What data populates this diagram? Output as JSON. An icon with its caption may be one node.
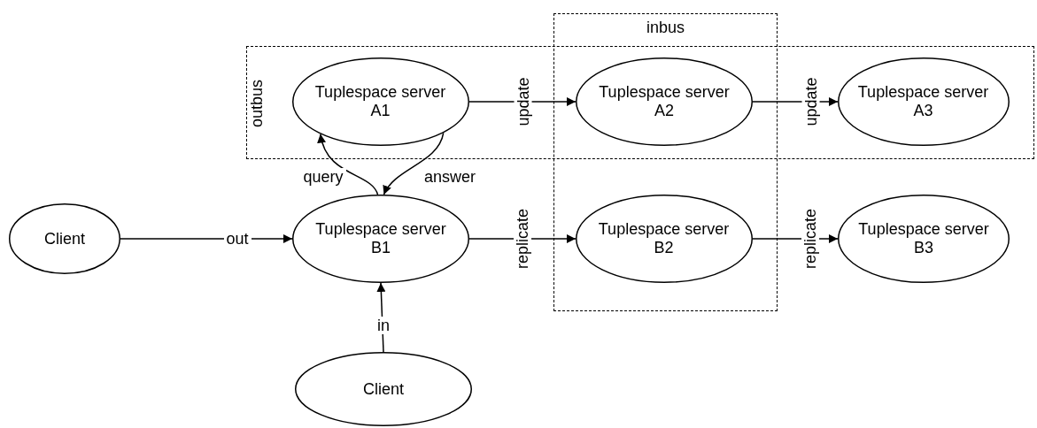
{
  "diagram": {
    "nodes": [
      {
        "text": [
          "inbus"
        ]
      },
      {
        "text": [
          "outbus"
        ]
      },
      {
        "text": [
          "Tuplespace server A1"
        ],
        "in": 1
      },
      {
        "text": [
          "Tuplespace server A2"
        ]
      },
      {
        "text": [
          "Tuplespace server A3"
        ],
        "in": 1
      },
      {
        "text": [
          "Client"
        ]
      },
      {
        "text": [
          "Tuplespace server B1"
        ]
      },
      {
        "text": [
          "Tuplespace server B2"
        ],
        "in": 0
      },
      {
        "text": [
          "Tuplespace server B3"
        ]
      },
      {
        "text": [
          "Client"
        ]
      }
    ],
    "edges": [
      {
        "from": 5,
        "to": 6,
        "arrow": "to",
        "label": "out"
      },
      {
        "from": 9,
        "to": 6,
        "arrow": "to",
        "label": "in"
      },
      {
        "from": 6,
        "to": 2,
        "arrow": "to",
        "label": "query"
      },
      {
        "from": 2,
        "to": 6,
        "arrow": "to",
        "label": "answer"
      },
      {
        "from": 2,
        "to": 3,
        "arrow": "to",
        "label": "update"
      },
      {
        "from": 3,
        "to": 4,
        "arrow": "to",
        "label": "update"
      },
      {
        "from": 6,
        "to": 7,
        "arrow": "to",
        "label": "replicate"
      },
      {
        "from": 7,
        "to": 8,
        "arrow": "to",
        "label": "replicate"
      }
    ]
  }
}
